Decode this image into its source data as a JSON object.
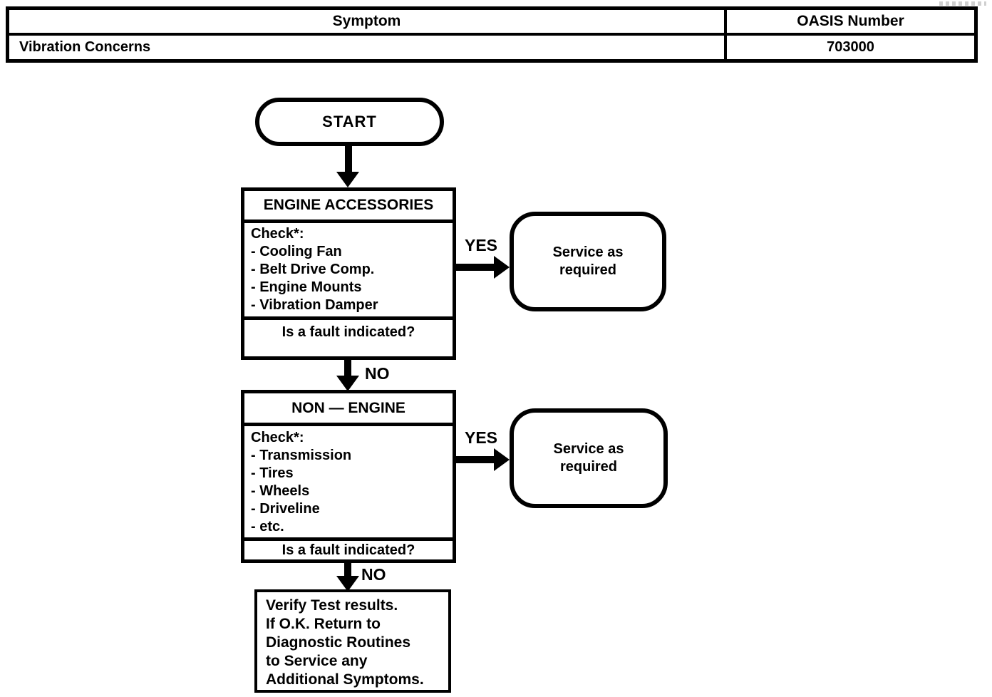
{
  "header_table": {
    "columns": [
      "Symptom",
      "OASIS Number"
    ],
    "rows": [
      {
        "symptom": "Vibration Concerns",
        "oasis_number": "703000"
      }
    ]
  },
  "flowchart": {
    "start_label": "START",
    "engine_accessories": {
      "title": "ENGINE ACCESSORIES",
      "check_heading": "Check*:",
      "items": [
        "- Cooling Fan",
        "- Belt Drive Comp.",
        "- Engine Mounts",
        "- Vibration Damper"
      ],
      "question": "Is a fault indicated?",
      "yes_label": "YES",
      "no_label": "NO"
    },
    "non_engine": {
      "title": "NON — ENGINE",
      "check_heading": "Check*:",
      "items": [
        "- Transmission",
        "- Tires",
        "- Wheels",
        "- Driveline",
        "- etc."
      ],
      "question": "Is a fault indicated?",
      "yes_label": "YES",
      "no_label": "NO"
    },
    "service_boxes": [
      "Service as required",
      "Service as required"
    ],
    "end_box_lines": [
      "Verify Test results.",
      "If O.K. Return to",
      "Diagnostic Routines",
      "to Service any",
      "Additional Symptoms."
    ]
  },
  "colors": {
    "ink": "#000000",
    "paper": "#ffffff"
  }
}
